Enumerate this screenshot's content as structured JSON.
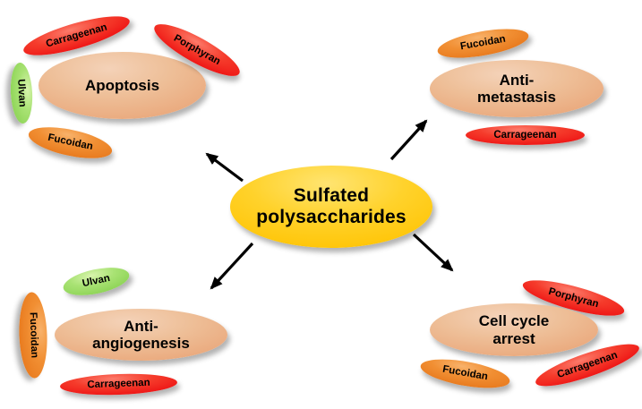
{
  "center": {
    "label": "Sulfated\npolysaccharides"
  },
  "clusters": {
    "apoptosis": {
      "label": "Apoptosis",
      "satellites": [
        {
          "label": "Carrageenan",
          "color": "red"
        },
        {
          "label": "Porphyran",
          "color": "red"
        },
        {
          "label": "Ulvan",
          "color": "green"
        },
        {
          "label": "Fucoidan",
          "color": "orange"
        }
      ]
    },
    "anti_metastasis": {
      "label": "Anti-\nmetastasis",
      "satellites": [
        {
          "label": "Fucoidan",
          "color": "orange"
        },
        {
          "label": "Carrageenan",
          "color": "red"
        }
      ]
    },
    "anti_angiogenesis": {
      "label": "Anti-\nangiogenesis",
      "satellites": [
        {
          "label": "Ulvan",
          "color": "green"
        },
        {
          "label": "Fucoidan",
          "color": "orange"
        },
        {
          "label": "Carrageenan",
          "color": "red"
        }
      ]
    },
    "cell_cycle_arrest": {
      "label": "Cell cycle\narrest",
      "satellites": [
        {
          "label": "Porphyran",
          "color": "red"
        },
        {
          "label": "Fucoidan",
          "color": "orange"
        },
        {
          "label": "Carrageenan",
          "color": "red"
        }
      ]
    }
  },
  "colors": {
    "center_gold": "#ffc60a",
    "main_tan": "#eaa97d",
    "red": "#ee1515",
    "orange": "#e87a1e",
    "green": "#8ed457",
    "arrow": "#000000",
    "text": "#000000",
    "background": "#ffffff"
  }
}
